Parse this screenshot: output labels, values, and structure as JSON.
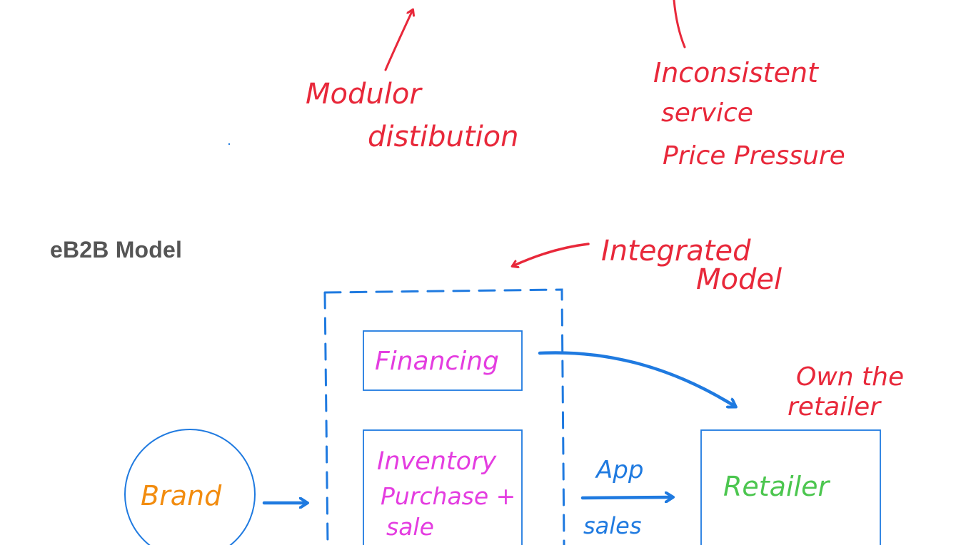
{
  "section_title": "eB2B Model",
  "colors": {
    "annotation": "#e8283a",
    "structure": "#1f7ae0",
    "brand_text": "#f28c0f",
    "service_text": "#e43de0",
    "retailer_text": "#4cc64f",
    "title_text": "#555555"
  },
  "annotations": {
    "modular_line1": "Modulor",
    "modular_line2": "distibution",
    "inconsistent_line1": "Inconsistent",
    "inconsistent_line2": "service",
    "inconsistent_line3": "Price Pressure",
    "integrated_line1": "Integrated",
    "integrated_line2": "Model",
    "own_line1": "Own the",
    "own_line2": "retailer"
  },
  "nodes": {
    "brand": "Brand",
    "financing": "Financing",
    "inventory_line1": "Inventory",
    "inventory_line2": "Purchase +",
    "inventory_line3": "sale",
    "retailer": "Retailer"
  },
  "edge_labels": {
    "app": "App",
    "sales": "sales"
  }
}
